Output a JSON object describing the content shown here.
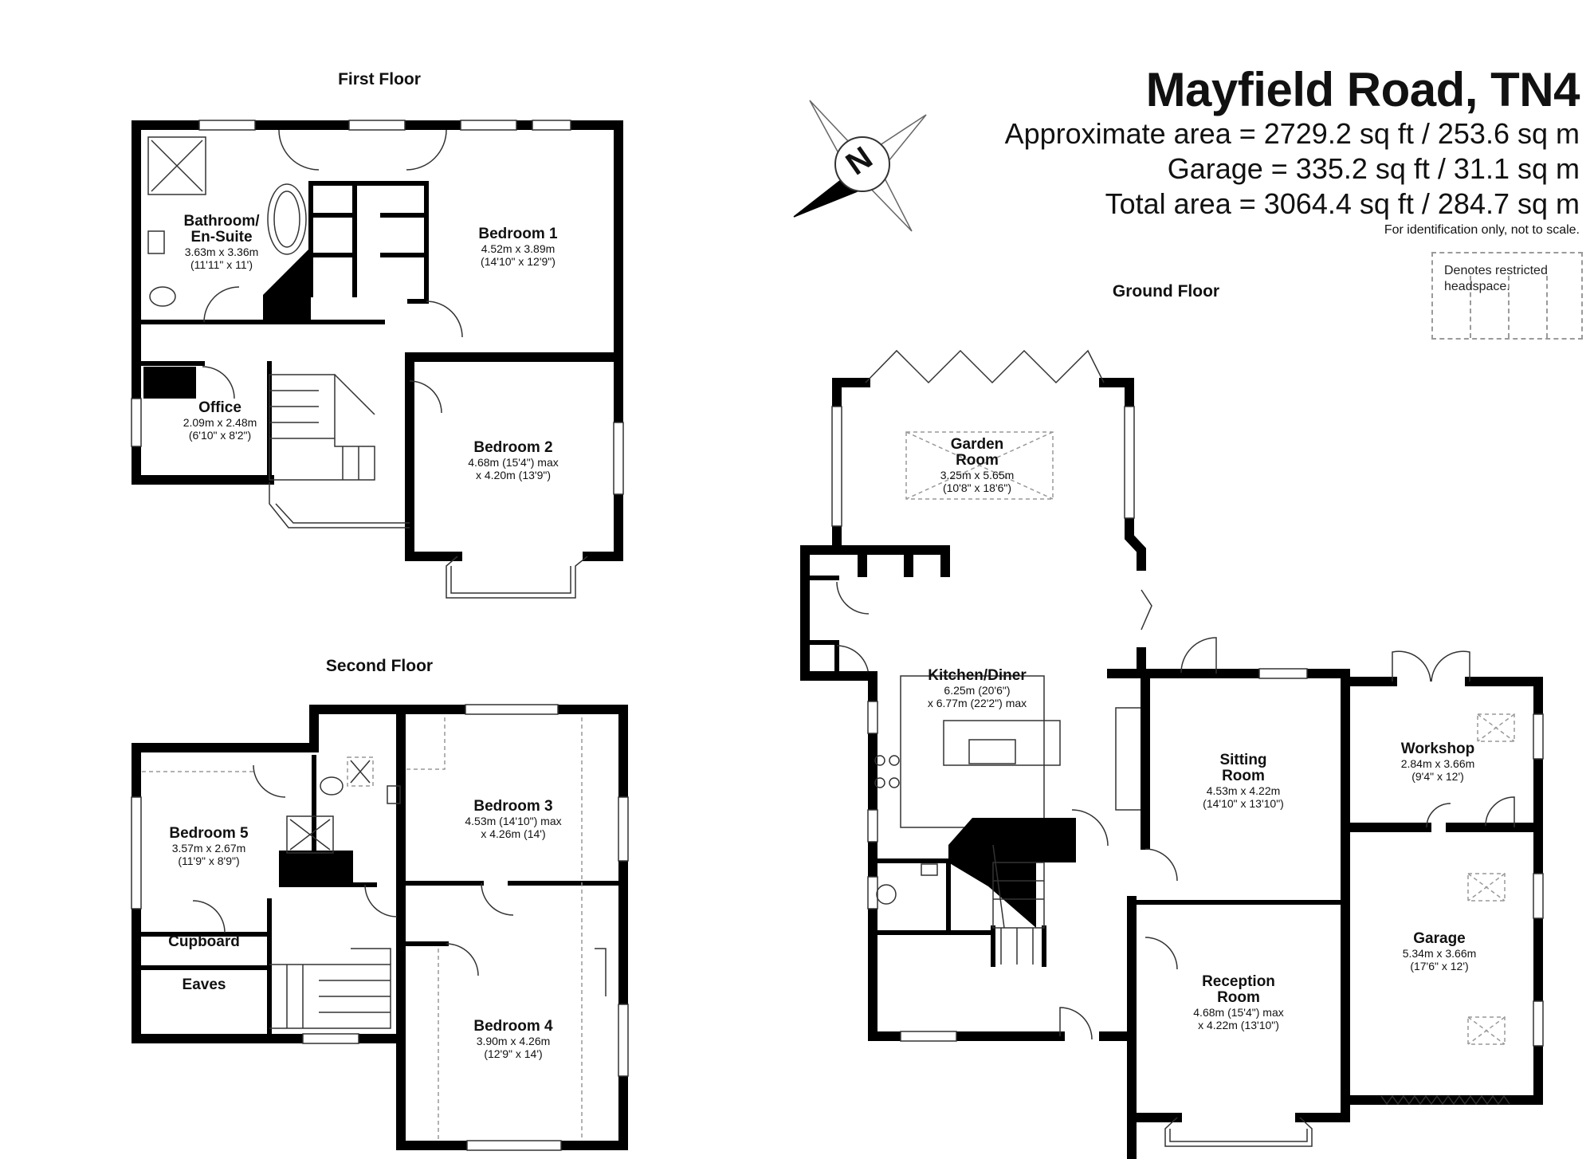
{
  "header": {
    "title": "Mayfield Road, TN4",
    "approx_area": "Approximate area = 2729.2 sq ft / 253.6 sq m",
    "garage_area": "Garage = 335.2 sq ft / 31.1 sq m",
    "total_area": "Total area = 3064.4 sq ft / 284.7  sq m",
    "identification": "For identification only, not to scale."
  },
  "legend": {
    "text": "Denotes restricted headspace."
  },
  "compass": {
    "letter": "N",
    "icon": "compass-rose-icon"
  },
  "floors": {
    "first": "First Floor",
    "second": "Second Floor",
    "ground": "Ground Floor"
  },
  "rooms": {
    "bathroom": {
      "name": "Bathroom/\nEn-Suite",
      "metric": "3.63m x 3.36m",
      "imperial": "(11'11\" x 11')"
    },
    "bedroom1": {
      "name": "Bedroom 1",
      "metric": "4.52m x 3.89m",
      "imperial": "(14'10\" x 12'9\")"
    },
    "office": {
      "name": "Office",
      "metric": "2.09m x 2.48m",
      "imperial": "(6'10\" x 8'2\")"
    },
    "bedroom2": {
      "name": "Bedroom 2",
      "metric": "4.68m (15'4\") max",
      "imperial": "x 4.20m (13'9\")"
    },
    "bedroom5": {
      "name": "Bedroom 5",
      "metric": "3.57m x 2.67m",
      "imperial": "(11'9\" x 8'9\")"
    },
    "bedroom3": {
      "name": "Bedroom 3",
      "metric": "4.53m (14'10\") max",
      "imperial": "x 4.26m (14')"
    },
    "cupboard": {
      "name": "Cupboard"
    },
    "eaves": {
      "name": "Eaves"
    },
    "bedroom4": {
      "name": "Bedroom 4",
      "metric": "3.90m x 4.26m",
      "imperial": "(12'9\" x 14')"
    },
    "garden": {
      "name": "Garden\nRoom",
      "metric": "3.25m x 5.65m",
      "imperial": "(10'8\" x 18'6\")"
    },
    "kitchen": {
      "name": "Kitchen/Diner",
      "metric": "6.25m (20'6\")",
      "imperial": "x 6.77m (22'2\") max"
    },
    "sitting": {
      "name": "Sitting\nRoom",
      "metric": "4.53m x 4.22m",
      "imperial": "(14'10\" x 13'10\")"
    },
    "workshop": {
      "name": "Workshop",
      "metric": "2.84m x 3.66m",
      "imperial": "(9'4\" x 12')"
    },
    "garage": {
      "name": "Garage",
      "metric": "5.34m x 3.66m",
      "imperial": "(17'6\" x 12')"
    },
    "reception": {
      "name": "Reception\nRoom",
      "metric": "4.68m (15'4\") max",
      "imperial": "x 4.22m (13'10\")"
    }
  }
}
